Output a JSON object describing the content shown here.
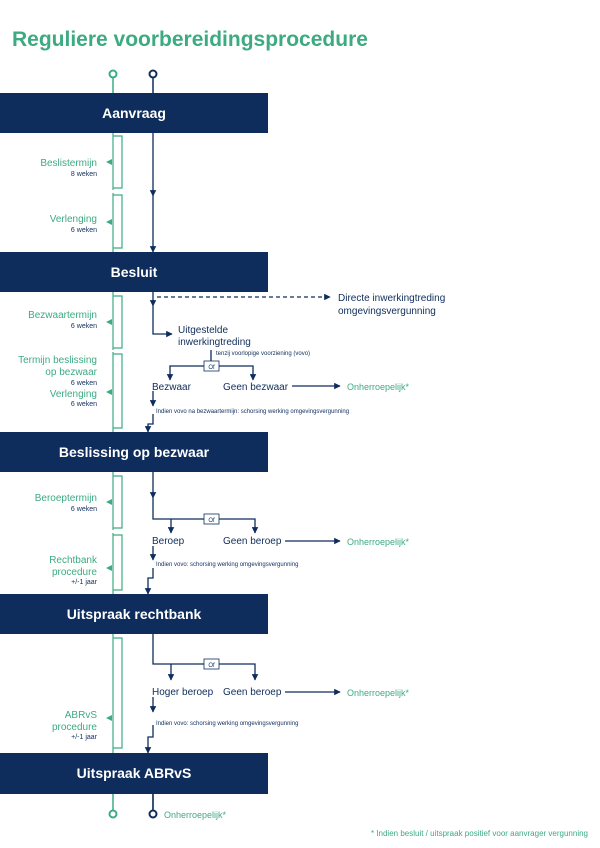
{
  "title": "Reguliere voorbereidingsprocedure",
  "colors": {
    "navy": "#0f2d5c",
    "green": "#3dab82",
    "white": "#ffffff"
  },
  "stages": {
    "aanvraag": "Aanvraag",
    "besluit": "Besluit",
    "beslissing": "Beslissing op bezwaar",
    "rechtbank": "Uitspraak rechtbank",
    "abrvs": "Uitspraak ABRvS"
  },
  "periods": {
    "beslistermijn": {
      "label": "Beslistermijn",
      "sub": "8 weken"
    },
    "verlenging1": {
      "label": "Verlenging",
      "sub": "6 weken"
    },
    "bezwaartermijn": {
      "label": "Bezwaartermijn",
      "sub": "6 weken"
    },
    "termijn_beslissing": {
      "line1": "Termijn beslissing",
      "line2": "op bezwaar",
      "sub": "6 weken"
    },
    "verlenging2": {
      "label": "Verlenging",
      "sub": "6 weken"
    },
    "beroeptermijn": {
      "label": "Beroeptermijn",
      "sub": "6 weken"
    },
    "rechtbank_procedure": {
      "line1": "Rechtbank",
      "line2": "procedure",
      "sub": "+/-1 jaar"
    },
    "abrvs_procedure": {
      "line1": "ABRvS",
      "line2": "procedure",
      "sub": "+/-1 jaar"
    }
  },
  "flow": {
    "directe_line1": "Directe inwerkingtreding",
    "directe_line2": "omgevingsvergunning",
    "uitgestelde_line1": "Uitgestelde",
    "uitgestelde_line2": "inwerkingtreding",
    "tenzij": "tenzij voorlopige voorziening (vovo)",
    "of": "Of",
    "bezwaar": "Bezwaar",
    "geen_bezwaar": "Geen bezwaar",
    "onherroepelijk": "Onherroepelijk*",
    "vovo_bezwaar": "Indien vovo na bezwaartermijn: schorsing werking omgevingsvergunning",
    "beroep": "Beroep",
    "geen_beroep": "Geen beroep",
    "vovo_schorsing": "Indien vovo: schorsing werking omgevingsvergunning",
    "hoger_beroep": "Hoger beroep"
  },
  "footnote": "* Indien besluit / uitspraak positief voor aanvrager vergunning"
}
